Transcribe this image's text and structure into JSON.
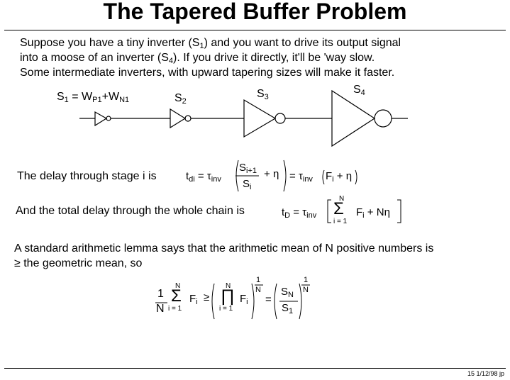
{
  "title": "The Tapered Buffer Problem",
  "intro": {
    "line1_a": "Suppose you have a tiny inverter (S",
    "line1_sub": "1",
    "line1_b": ") and you want to drive its output signal",
    "line2_a": "into a moose of an inverter (S",
    "line2_sub": "4",
    "line2_b": ").  If you drive it directly, it'll be 'way slow.",
    "line3": "Some intermediate inverters, with upward tapering sizes will make it faster."
  },
  "labels": {
    "s1_main": "S",
    "s1_sub": "1",
    "s1_eq": " = W",
    "s1_p": "P1",
    "s1_plus": "+W",
    "s1_n": "N1",
    "s2_main": "S",
    "s2_sub": "2",
    "s3_main": "S",
    "s3_sub": "3",
    "s4_main": "S",
    "s4_sub": "4"
  },
  "delay_stage": {
    "text": "The delay through stage i is",
    "lhs": "t",
    "lhs_sub": "di",
    "eq1": "=",
    "tau1": "τ",
    "tau1_sub": "inv",
    "num": "S",
    "num_sub": "i+1",
    "den": "S",
    "den_sub": "i",
    "plus": "+",
    "eta": "η",
    "eq2": "=",
    "tau2": "τ",
    "tau2_sub": "inv",
    "f": "F",
    "f_sub": "i",
    "plus2": "+",
    "eta2": "η"
  },
  "delay_total": {
    "text": "And the total delay through the whole chain is",
    "lhs": "t",
    "lhs_sub": "D",
    "eq": "=",
    "tau": "τ",
    "tau_sub": "inv",
    "sum_top": "N",
    "sum_bot": "i = 1",
    "sum": "Σ",
    "f": "F",
    "f_sub": "i",
    "plus": "+",
    "n_eta": "Nη"
  },
  "lemma": {
    "line1": "A standard arithmetic lemma says that the arithmetic mean of N positive numbers is",
    "line2": "≥ the geometric mean, so"
  },
  "inequality": {
    "one": "1",
    "n": "N",
    "sum_top": "N",
    "sum": "Σ",
    "sum_bot": "i = 1",
    "f": "F",
    "f_sub": "i",
    "ge": "≥",
    "prod_top": "N",
    "prod": "∏",
    "prod_bot": "i = 1",
    "f2": "F",
    "f2_sub": "i",
    "exp1_num": "1",
    "exp1_den": "N",
    "eq": "=",
    "sn": "S",
    "sn_sub": "N",
    "s1": "S",
    "s1_sub": "1",
    "exp2_num": "1",
    "exp2_den": "N"
  },
  "footer": "15  1/12/98  jp"
}
